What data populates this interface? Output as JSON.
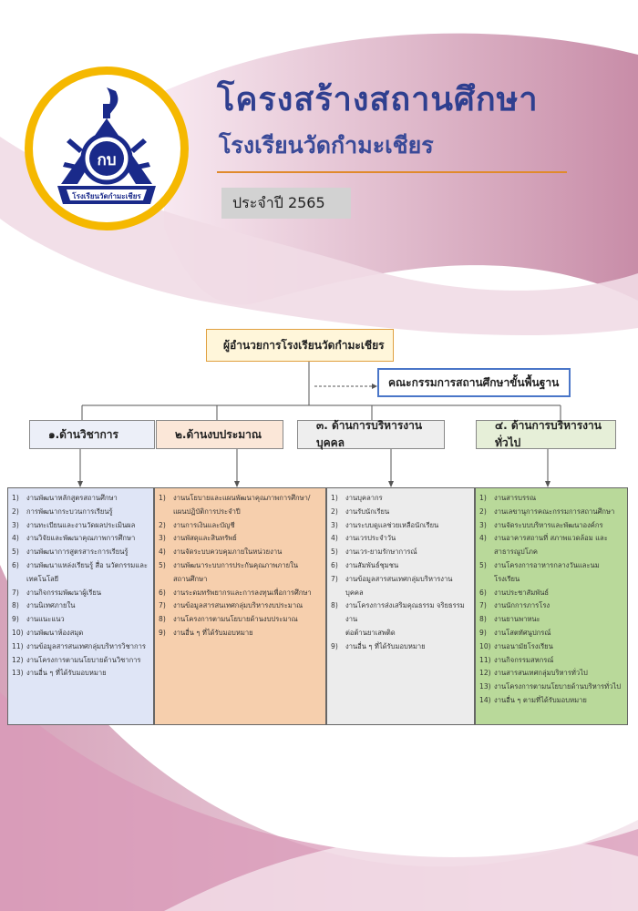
{
  "header": {
    "title": "โครงสร้างสถานศึกษา",
    "school_name": "โรงเรียนวัดกำมะเชียร",
    "year_label": "ประจำปี 2565"
  },
  "logo": {
    "monogram": "กบ",
    "banner": "โรงเรียนวัดกำมะเชียร"
  },
  "colors": {
    "title": "#2f3f8f",
    "accent_rule": "#e08a2c",
    "logo_ring": "#f5b800",
    "logo_blue": "#1a2a8a"
  },
  "chart": {
    "director": "ผู้อำนวยการโรงเรียนวัดกำมะเชียร",
    "committee": "คณะกรรมการสถานศึกษาขั้นพื้นฐาน",
    "departments": [
      {
        "title": "๑.ด้านวิชาการ",
        "tasks": [
          {
            "n": "1)",
            "t": "งานพัฒนาหลักสูตรสถานศึกษา"
          },
          {
            "n": "2)",
            "t": "การพัฒนากระบวนการเรียนรู้"
          },
          {
            "n": "3)",
            "t": "งานทะเบียนและงานวัดผลประเมินผล"
          },
          {
            "n": "4)",
            "t": "งานวิจัยและพัฒนาคุณภาพการศึกษา"
          },
          {
            "n": "5)",
            "t": "งานพัฒนาการสูตรสาระการเรียนรู้"
          },
          {
            "n": "6)",
            "t": "งานพัฒนาแหล่งเรียนรู้ สื่อ นวัตกรรมและ"
          },
          {
            "n": "",
            "t": "เทคโนโลยี"
          },
          {
            "n": "7)",
            "t": "งานกิจกรรมพัฒนาผู้เรียน"
          },
          {
            "n": "8)",
            "t": "งานนิเทศภายใน"
          },
          {
            "n": "9)",
            "t": "งานแนะแนว"
          },
          {
            "n": "10)",
            "t": "งานพัฒนาห้องสมุด"
          },
          {
            "n": "11)",
            "t": "งานข้อมูลสารสนเทศกลุ่มบริหารวิชาการ"
          },
          {
            "n": "12)",
            "t": "งานโครงการตามนโยบายด้านวิชาการ"
          },
          {
            "n": "13)",
            "t": "งานอื่น ๆ ที่ได้รับมอบหมาย"
          }
        ]
      },
      {
        "title": "๒.ด้านงบประมาณ",
        "tasks": [
          {
            "n": "1)",
            "t": "งานนโยบายและแผนพัฒนาคุณภาพการศึกษา/"
          },
          {
            "n": "",
            "t": "แผนปฏิบัติการประจำปี"
          },
          {
            "n": "2)",
            "t": "งานการเงินและบัญชี"
          },
          {
            "n": "3)",
            "t": "งานพัสดุและสินทรัพย์"
          },
          {
            "n": "4)",
            "t": "งานจัดระบบควบคุมภายในหน่วยงาน"
          },
          {
            "n": "5)",
            "t": "งานพัฒนาระบบการประกันคุณภาพภายใน"
          },
          {
            "n": "",
            "t": "สถานศึกษา"
          },
          {
            "n": "6)",
            "t": "งานระดมทรัพยากรและการลงทุนเพื่อการศึกษา"
          },
          {
            "n": "7)",
            "t": "งานข้อมูลสารสนเทศกลุ่มบริหารงบประมาณ"
          },
          {
            "n": "8)",
            "t": "งานโครงการตามนโยบายด้านงบประมาณ"
          },
          {
            "n": "9)",
            "t": "งานอื่น ๆ ที่ได้รับมอบหมาย"
          }
        ]
      },
      {
        "title": "๓. ด้านการบริหารงานบุคคล",
        "tasks": [
          {
            "n": "1)",
            "t": "งานบุคลากร"
          },
          {
            "n": "2)",
            "t": "งานรับนักเรียน"
          },
          {
            "n": "3)",
            "t": "งานระบบดูแลช่วยเหลือนักเรียน"
          },
          {
            "n": "4)",
            "t": "งานเวรประจำวัน"
          },
          {
            "n": "5)",
            "t": "งานเวร-ยามรักษาการณ์"
          },
          {
            "n": "6)",
            "t": "งานสัมพันธ์ชุมชน"
          },
          {
            "n": "7)",
            "t": "งานข้อมูลสารสนเทศกลุ่มบริหารงานบุคคล"
          },
          {
            "n": "8)",
            "t": "งานโครงการส่งเสริมคุณธรรม จริยธรรม งาน"
          },
          {
            "n": "",
            "t": "ต่อต้านยาเสพติด"
          },
          {
            "n": "9)",
            "t": "งานอื่น ๆ ที่ได้รับมอบหมาย"
          }
        ]
      },
      {
        "title": "๔. ด้านการบริหารงานทั่วไป",
        "tasks": [
          {
            "n": "1)",
            "t": "งานสารบรรณ"
          },
          {
            "n": "2)",
            "t": "งานเลขานุการคณะกรรมการสถานศึกษา"
          },
          {
            "n": "3)",
            "t": "งานจัดระบบบริหารและพัฒนาองค์กร"
          },
          {
            "n": "4)",
            "t": "งานอาคารสถานที่ สภาพแวดล้อม และ"
          },
          {
            "n": "",
            "t": "สาธารณูปโภค"
          },
          {
            "n": "5)",
            "t": "งานโครงการอาหารกลางวันและนมโรงเรียน"
          },
          {
            "n": "6)",
            "t": "งานประชาสัมพันธ์"
          },
          {
            "n": "7)",
            "t": "งานนักการภารโรง"
          },
          {
            "n": "8)",
            "t": "งานยานพาหนะ"
          },
          {
            "n": "9)",
            "t": "งานโสตทัศนูปกรณ์"
          },
          {
            "n": "10)",
            "t": "งานอนามัยโรงเรียน"
          },
          {
            "n": "11)",
            "t": "งานกิจกรรมสหกรณ์"
          },
          {
            "n": "12)",
            "t": "งานสารสนเทศกลุ่มบริหารทั่วไป"
          },
          {
            "n": "13)",
            "t": "งานโครงการตามนโยบายด้านบริหารทั่วไป"
          },
          {
            "n": "14)",
            "t": "งานอื่น ๆ ตามที่ได้รับมอบหมาย"
          }
        ]
      }
    ]
  }
}
